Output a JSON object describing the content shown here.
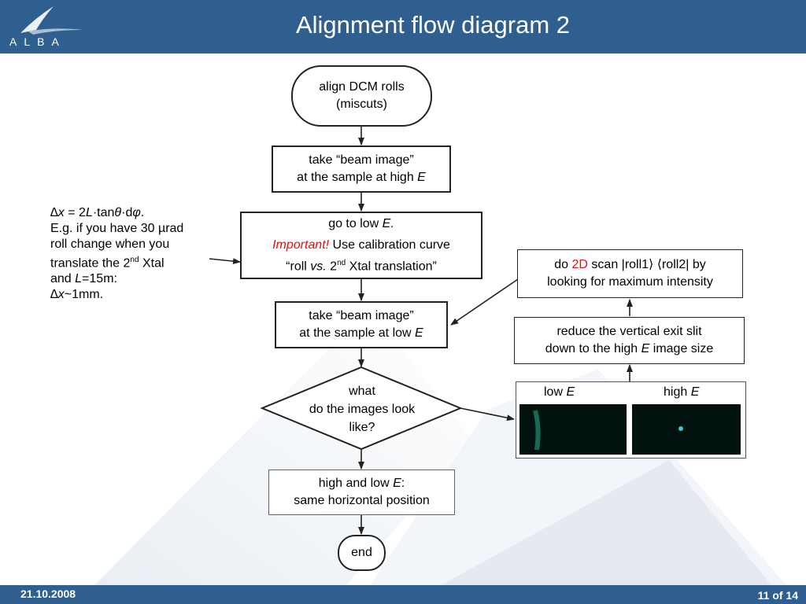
{
  "header": {
    "title": "Alignment flow diagram 2",
    "logo_text": "ALBA"
  },
  "footer": {
    "date": "21.10.2008",
    "page": "11 of 14"
  },
  "flow": {
    "start": {
      "line1": "align DCM rolls",
      "line2": "(miscuts)"
    },
    "beam_high": {
      "line1": "take “beam image”",
      "line2_a": "at the sample at high ",
      "line2_b": "E"
    },
    "go_low": {
      "line1_a": "go to low ",
      "line1_b": "E.",
      "important": "Important!",
      "line2_rest": " Use calibration curve",
      "line3_a": "“roll ",
      "line3_b": "vs.",
      "line3_c": " 2",
      "line3_sup": "nd",
      "line3_d": " Xtal translation”"
    },
    "beam_low": {
      "line1": "take “beam image”",
      "line2_a": "at the sample at low ",
      "line2_b": "E"
    },
    "decision": {
      "line1": "what",
      "line2": "do the images look",
      "line3": "like?"
    },
    "result": {
      "line1_a": "high and low ",
      "line1_b": "E",
      "line1_c": ":",
      "line2": "same horizontal position"
    },
    "end": {
      "label": "end"
    },
    "scan_2d": {
      "line1_a": "do ",
      "line1_b": "2D",
      "line1_c": " scan |roll1⟩ ⟨roll2| by",
      "line2": "looking for maximum intensity"
    },
    "reduce_slit": {
      "line1": "reduce the vertical exit slit",
      "line2_a": "down to the high ",
      "line2_b": "E",
      "line2_c": " image size"
    },
    "images": {
      "low_a": "low ",
      "low_b": "E",
      "high_a": "high ",
      "high_b": "E"
    }
  },
  "note": {
    "line1_a": "∆x",
    "line1_b": " = 2",
    "line1_c": "L",
    "line1_d": "·tan",
    "line1_e": "θ",
    "line1_f": "·d",
    "line1_g": "φ",
    "line1_h": ".",
    "line2": "E.g. if you have 30 µrad",
    "line3": "roll change when you",
    "line4_a": "translate the 2",
    "line4_sup": "nd",
    "line4_b": " Xtal",
    "line5_a": "and ",
    "line5_b": "L",
    "line5_c": "=15m:",
    "line6_a": "∆x",
    "line6_b": "~1mm."
  },
  "colors": {
    "header_bg": "#2f5f8e",
    "important": "#e01010",
    "image_bg": "#02130f"
  }
}
